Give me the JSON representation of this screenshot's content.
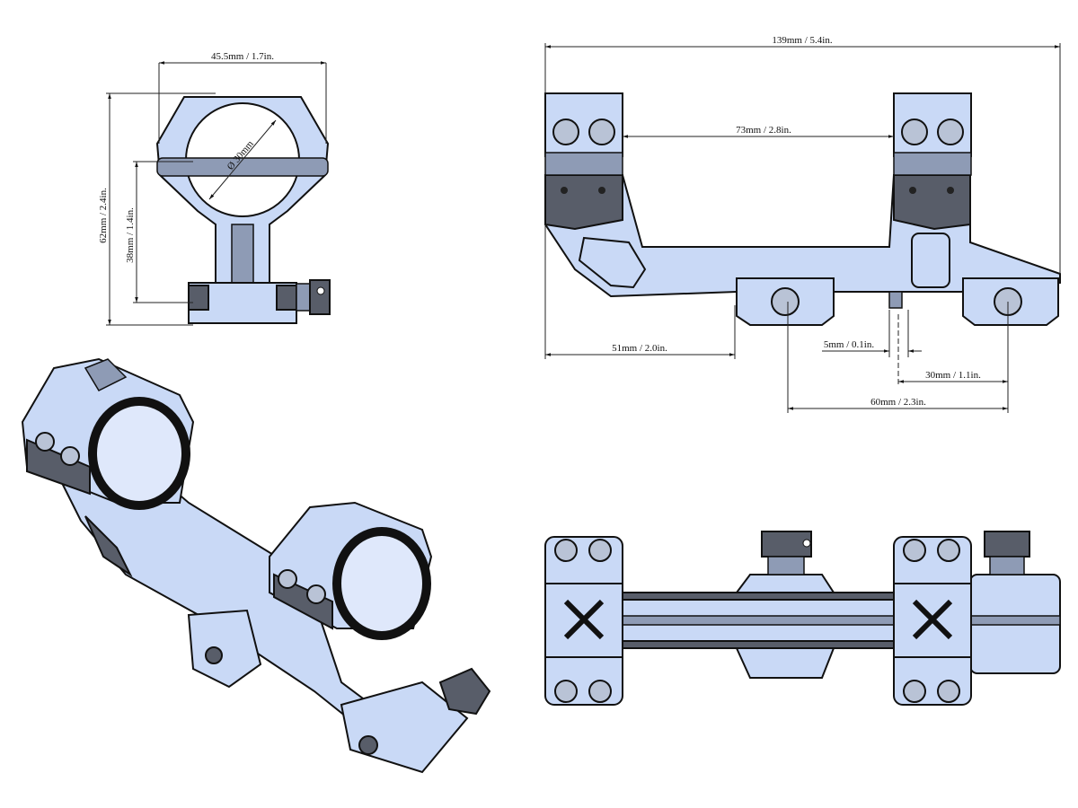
{
  "drawing": {
    "colors": {
      "metal_light": "#c9d9f6",
      "metal_dark": "#585d69",
      "line": "#111111"
    },
    "front_view": {
      "width_label": "45.5mm / 1.7in.",
      "diameter_label": "Ø 30mm",
      "height_label": "62mm / 2.4in.",
      "center_height_label": "38mm / 1.4in."
    },
    "side_view": {
      "overall_length_label": "139mm / 5.4in.",
      "ring_spacing_label": "73mm / 2.8in.",
      "offset_label": "51mm / 2.0in.",
      "lug_label": "5mm / 0.1in.",
      "lug_to_clamp_label": "30mm / 1.1in.",
      "clamp_spacing_label": "60mm / 2.3in."
    }
  }
}
